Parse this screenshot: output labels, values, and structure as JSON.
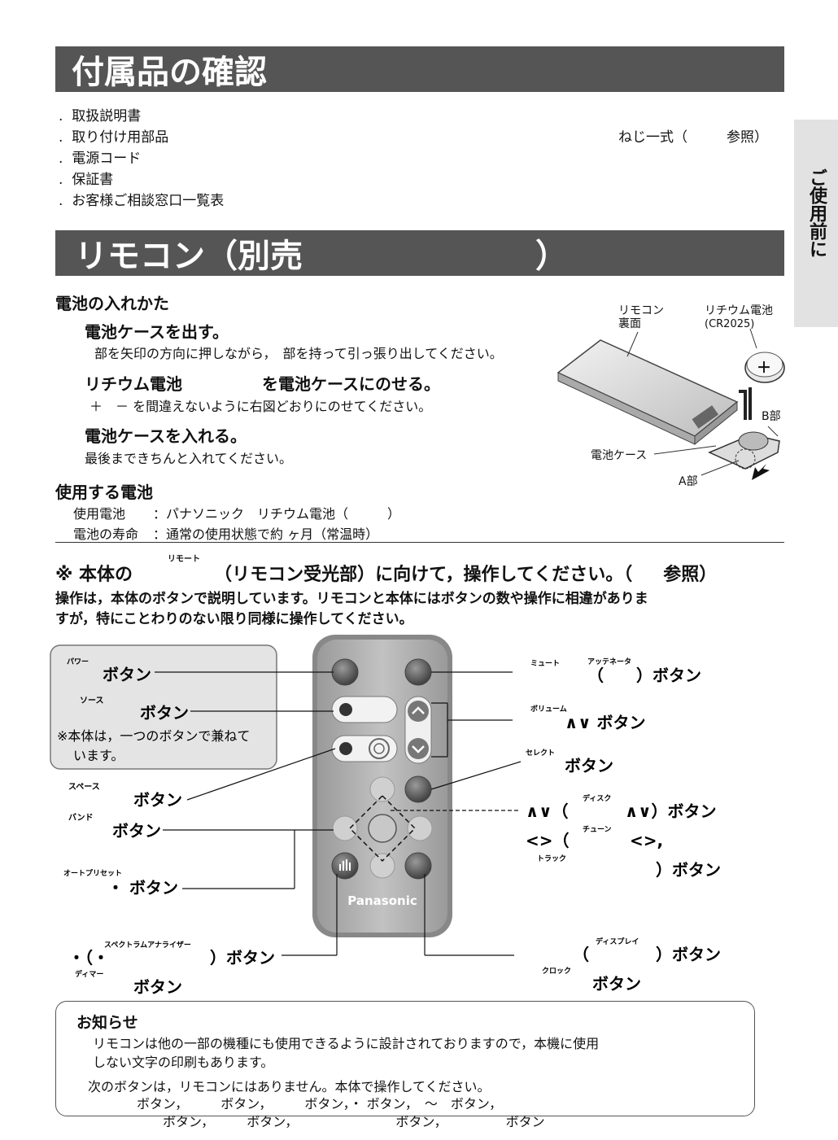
{
  "side_tab": "ご使用前に",
  "accessories": {
    "title": "付属品の確認",
    "items": [
      "取扱説明書",
      "取り付け用部品",
      "電源コード",
      "保証書",
      "お客様ご相談窓口一覧表"
    ],
    "right_note_a": "ねじ一式（",
    "right_note_b": "参照）"
  },
  "remote": {
    "title": "リモコン（別売",
    "title_close": "）",
    "battery": {
      "heading": "電池の入れかた",
      "step1_title": "電池ケースを出す。",
      "step1_text": "部を矢印の方向に押しながら，　部を持って引っ張り出してください。",
      "step2_title_a": "リチウム電池",
      "step2_title_b": "を電池ケースにのせる。",
      "step2_text": "＋　－ を間違えないように右図どおりにのせてください。",
      "step3_title": "電池ケースを入れる。",
      "step3_text": "最後まできちんと入れてください。"
    },
    "figure": {
      "remote_back_line1": "リモコン",
      "remote_back_line2": "裏面",
      "battery_line1": "リチウム電池",
      "battery_line2": "(CR2025)",
      "b_part": "B部",
      "case": "電池ケース",
      "a_part": "A部",
      "plus": "＋"
    },
    "used_battery": {
      "heading": "使用する電池",
      "row1_label": "使用電池",
      "row1_value": "：パナソニック　リチウム電池（　　　）",
      "row2_label": "電池の寿命",
      "row2_value": "：通常の使用状態で約  ヶ月（常温時）"
    },
    "instruction": {
      "ruby": "リモート",
      "line_a": "※ 本体の",
      "line_b": "（リモコン受光部）に向けて，操作してください。（",
      "line_c": "参照）",
      "body_line1": "操作は，本体のボタンで説明しています。リモコンと本体にはボタンの数や操作に相違がありま",
      "body_line2": "すが，特にことわりのない限り同様に操作してください。"
    },
    "diagram": {
      "brand": "Panasonic",
      "power_ruby": "パワー",
      "power_label": "ボタン",
      "source_ruby": "ソース",
      "source_label": "ボタン",
      "box_note_line1": "※本体は，一つのボタンで兼ねて",
      "box_note_line2": "います。",
      "space_ruby": "スペース",
      "space_label": "ボタン",
      "band_ruby": "バンド",
      "band_label": "ボタン",
      "preset_ruby": "オートプリセット",
      "preset_label": "・ ボタン",
      "spectrum_ruby": "スペクトラムアナライザー",
      "spectrum_label_a": "・（・",
      "spectrum_label_b": "）ボタン",
      "dimmer_ruby": "ディマー",
      "dimmer_label": "ボタン",
      "mute_ruby": "ミュート",
      "att_ruby": "アッテネータ",
      "mute_label": "（　　）ボタン",
      "volume_ruby": "ボリューム",
      "volume_label": "∧∨ ボタン",
      "select_ruby": "セレクト",
      "select_label": "ボタン",
      "disc_ruby": "ディスク",
      "disc_label_a": "∧∨（",
      "disc_label_b": "∧∨）ボタン",
      "tune_ruby": "チューン",
      "tune_label_a": "<>（",
      "tune_label_b": "<>,",
      "track_ruby": "トラック",
      "track_label": "）ボタン",
      "display_ruby": "ディスプレイ",
      "display_label_a": "（",
      "display_label_b": "）ボタン",
      "clock_ruby": "クロック",
      "clock_label": "ボタン"
    }
  },
  "notice": {
    "title": "お知らせ",
    "line1": "リモコンは他の一部の機種にも使用できるように設計されておりますので，本機に使用",
    "line2": "しない文字の印刷もあります。",
    "line3": "次のボタンは，リモコンにはありません。本体で操作してください。",
    "line4": "ボタン，　　　ボタン，　　　ボタン，・ ボタン，　～　ボタン，",
    "line5": "ボタン，　　　ボタン，　　　　　　　　ボタン，　　　　　ボタン"
  }
}
